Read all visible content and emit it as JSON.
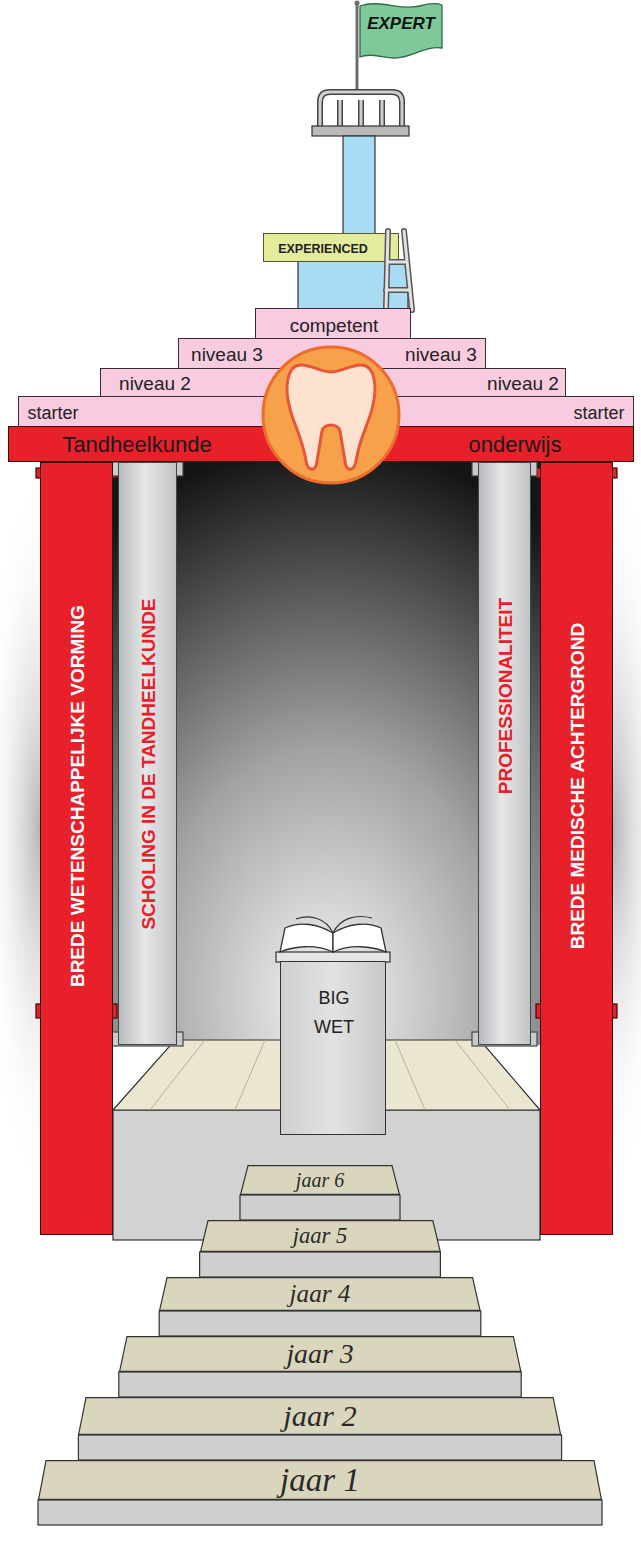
{
  "diagram": {
    "nodes": [
      {
        "text": [
          "EXPERT"
        ]
      },
      {
        "text": [
          "EXPERIENCED"
        ]
      },
      {
        "text": [
          "competent"
        ]
      },
      {
        "text": [
          "niveau 3",
          "niveau 3"
        ]
      },
      {
        "text": [
          "niveau 2",
          "niveau 2"
        ]
      },
      {
        "text": [
          "starter",
          "starter"
        ]
      },
      {
        "text": [
          "Tandheelkunde",
          "onderwijs"
        ]
      },
      {
        "text": [
          "BREDE WETENSCHAPPELIJKE VORMING"
        ]
      },
      {
        "text": [
          "SCHOLING IN DE TANDHEELKUNDE"
        ]
      },
      {
        "text": [
          "PROFESSIONALITEIT"
        ]
      },
      {
        "text": [
          "BREDE MEDISCHE ACHTERGROND"
        ]
      },
      {
        "text": [
          "BIG WET"
        ]
      },
      {
        "text": [
          "jaar 6"
        ]
      },
      {
        "text": [
          "jaar 5"
        ]
      },
      {
        "text": [
          "jaar 4"
        ]
      },
      {
        "text": [
          "jaar 3"
        ]
      },
      {
        "text": [
          "jaar 2"
        ]
      },
      {
        "text": [
          "jaar 1"
        ]
      }
    ]
  }
}
